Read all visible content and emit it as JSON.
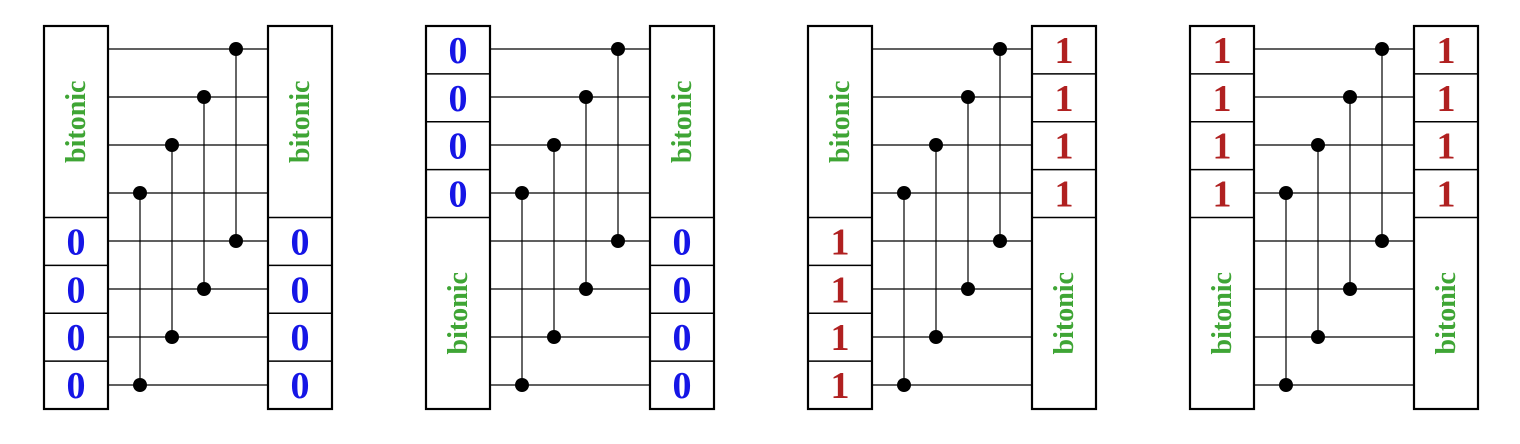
{
  "colors": {
    "zero": "#1515e6",
    "one": "#b02020",
    "bitonic": "#3fa535",
    "line": "#000000",
    "background": "#ffffff"
  },
  "networks": [
    {
      "input": {
        "top": {
          "kind": "word",
          "text": "bitonic"
        },
        "bottom": {
          "kind": "digits",
          "values": [
            "0",
            "0",
            "0",
            "0"
          ]
        }
      },
      "output": {
        "top": {
          "kind": "word",
          "text": "bitonic"
        },
        "bottom": {
          "kind": "digits",
          "values": [
            "0",
            "0",
            "0",
            "0"
          ]
        }
      }
    },
    {
      "input": {
        "top": {
          "kind": "digits",
          "values": [
            "0",
            "0",
            "0",
            "0"
          ]
        },
        "bottom": {
          "kind": "word",
          "text": "bitonic"
        }
      },
      "output": {
        "top": {
          "kind": "word",
          "text": "bitonic"
        },
        "bottom": {
          "kind": "digits",
          "values": [
            "0",
            "0",
            "0",
            "0"
          ]
        }
      }
    },
    {
      "input": {
        "top": {
          "kind": "word",
          "text": "bitonic"
        },
        "bottom": {
          "kind": "digits",
          "values": [
            "1",
            "1",
            "1",
            "1"
          ]
        }
      },
      "output": {
        "top": {
          "kind": "digits",
          "values": [
            "1",
            "1",
            "1",
            "1"
          ]
        },
        "bottom": {
          "kind": "word",
          "text": "bitonic"
        }
      }
    },
    {
      "input": {
        "top": {
          "kind": "digits",
          "values": [
            "1",
            "1",
            "1",
            "1"
          ]
        },
        "bottom": {
          "kind": "word",
          "text": "bitonic"
        }
      },
      "output": {
        "top": {
          "kind": "digits",
          "values": [
            "1",
            "1",
            "1",
            "1"
          ]
        },
        "bottom": {
          "kind": "word",
          "text": "bitonic"
        }
      }
    }
  ]
}
